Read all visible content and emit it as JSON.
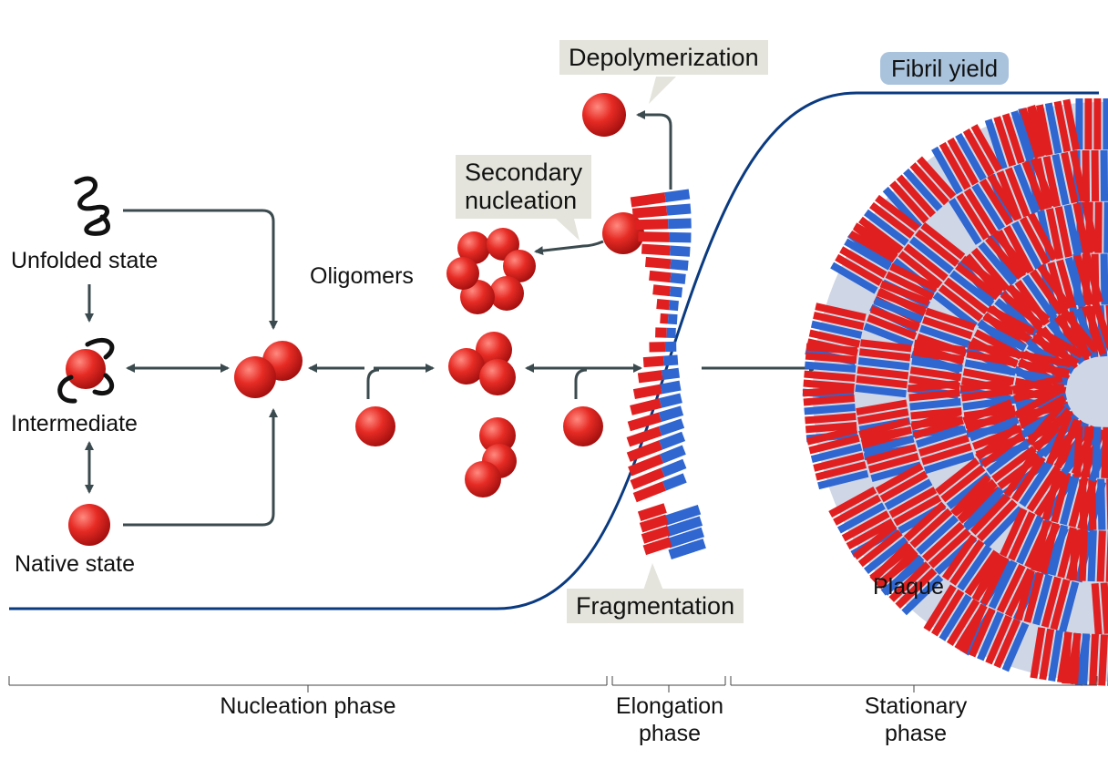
{
  "states": {
    "unfolded": "Unfolded state",
    "intermediate": "Intermediate",
    "native": "Native state"
  },
  "oligomers": "Oligomers",
  "callouts": {
    "depolymerization": "Depolymerization",
    "secondary_nucleation": "Secondary\nnucleation",
    "fragmentation": "Fragmentation",
    "fibril_yield": "Fibril yield"
  },
  "plaque": "Plaque",
  "phases": {
    "nucleation": "Nucleation phase",
    "elongation": "Elongation\nphase",
    "stationary": "Stationary\nphase"
  },
  "colors": {
    "monomer_red": "#e02020",
    "strand_blue": "#2f66d0",
    "curve": "#0a3a80",
    "arrow": "#3b4a4e",
    "callout_bg": "#e4e4dc",
    "yield_bg": "#a9c3dd"
  }
}
